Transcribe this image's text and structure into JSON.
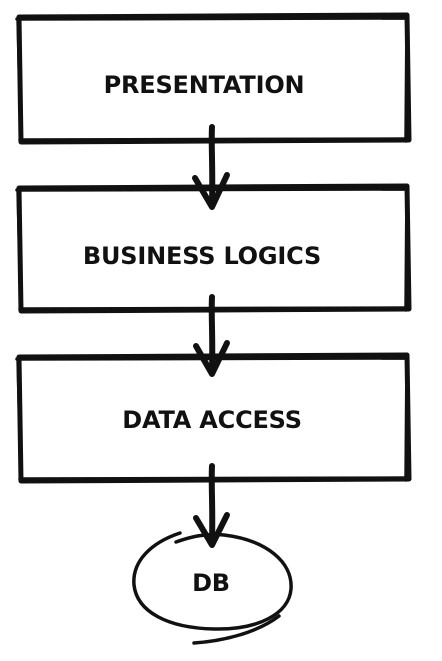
{
  "diagram": {
    "layers": [
      {
        "label": "PRESENTATION"
      },
      {
        "label": "BUSINESS LOGICS"
      },
      {
        "label": "DATA ACCESS"
      }
    ],
    "database": {
      "label": "DB"
    }
  },
  "colors": {
    "ink": "#111111",
    "background": "#ffffff"
  }
}
